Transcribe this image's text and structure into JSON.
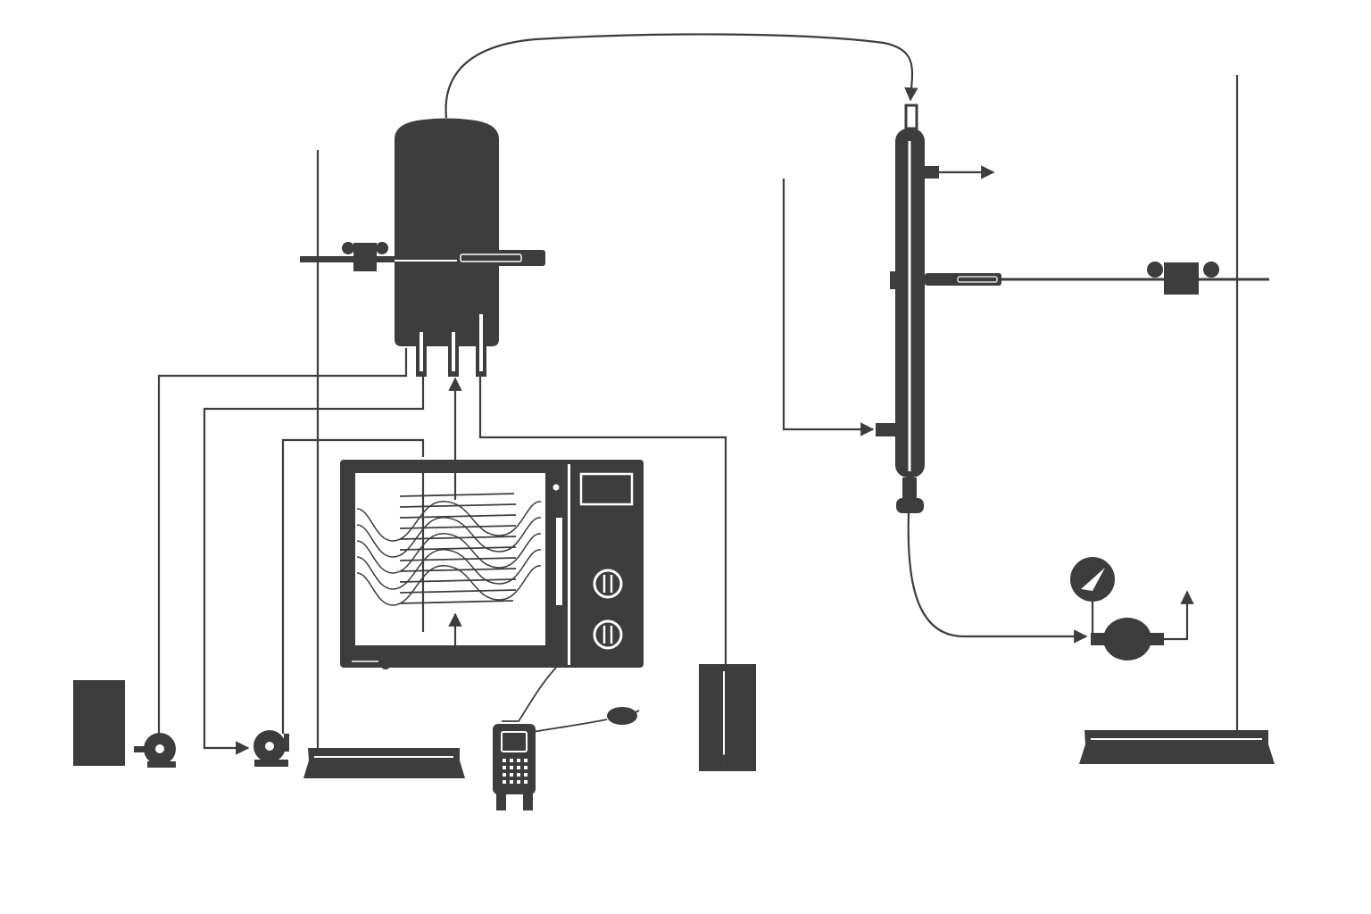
{
  "colors": {
    "ink": "#3d3d3d",
    "background": "#ffffff",
    "highlight": "#ffffff"
  },
  "components": [
    {
      "id": "feed-tank",
      "icon": "tank-icon"
    },
    {
      "id": "feed-pump-1",
      "icon": "pump-icon"
    },
    {
      "id": "feed-pump-2",
      "icon": "pump-icon"
    },
    {
      "id": "left-retort-stand",
      "icon": "retort-stand-icon"
    },
    {
      "id": "reactor-vessel",
      "icon": "pressure-vessel-icon"
    },
    {
      "id": "microwave-oven",
      "icon": "microwave-oven-icon"
    },
    {
      "id": "handheld-controller",
      "icon": "remote-controller-icon"
    },
    {
      "id": "temperature-probe",
      "icon": "probe-icon"
    },
    {
      "id": "collection-vessel",
      "icon": "beaker-icon"
    },
    {
      "id": "condenser",
      "icon": "condenser-icon"
    },
    {
      "id": "pressure-gauge",
      "icon": "gauge-icon"
    },
    {
      "id": "vacuum-pump",
      "icon": "vacuum-pump-icon"
    },
    {
      "id": "right-retort-stand",
      "icon": "retort-stand-icon"
    }
  ]
}
